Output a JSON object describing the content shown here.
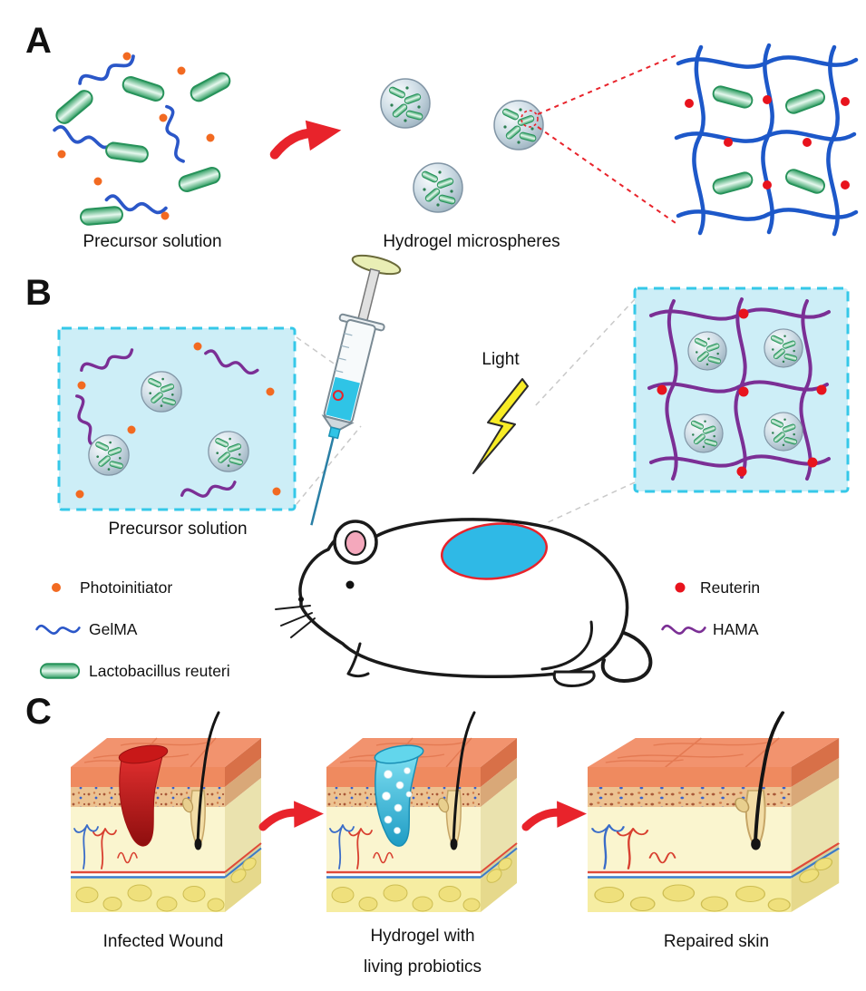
{
  "figure": {
    "panel_a": {
      "label": "A",
      "precursor_caption": "Precursor solution",
      "microspheres_caption": "Hydrogel microspheres"
    },
    "panel_b": {
      "label": "B",
      "precursor_caption": "Precursor solution",
      "light_label": "Light",
      "legend": {
        "photoinitiator": "Photoinitiator",
        "gelma": "GelMA",
        "lactobacillus": "Lactobacillus reuteri",
        "reuterin": "Reuterin",
        "hama": "HAMA"
      }
    },
    "panel_c": {
      "label": "C",
      "infected_caption": "Infected Wound",
      "hydrogel_caption_line1": "Hydrogel with",
      "hydrogel_caption_line2": "living probiotics",
      "repaired_caption": "Repaired skin"
    },
    "colors": {
      "gelma_blue": "#2b57c8",
      "hama_purple": "#7b2f95",
      "photoinitiator_orange": "#f26a21",
      "reuterin_red": "#e8131d",
      "bacteria_green": "#35a86a",
      "hydrogel_cyan": "#2fb9e6",
      "arrow_red": "#e8232b"
    }
  }
}
